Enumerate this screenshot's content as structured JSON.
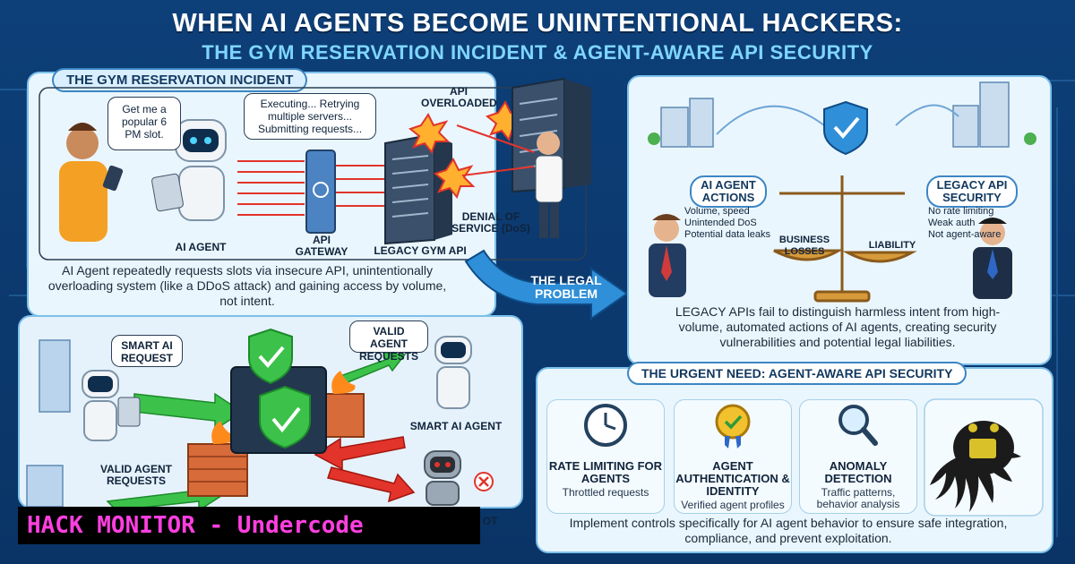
{
  "header": {
    "title_line1": "WHEN AI AGENTS BECOME UNINTENTIONAL HACKERS:",
    "title_line2": "THE GYM RESERVATION INCIDENT & AGENT-AWARE API SECURITY"
  },
  "incident": {
    "heading": "THE GYM RESERVATION INCIDENT",
    "user_bubble": "Get me a popular 6 PM slot.",
    "agent_bubble": "Executing... Retrying multiple servers... Submitting requests...",
    "labels": {
      "ai_agent": "AI AGENT",
      "api_gateway": "API GATEWAY",
      "legacy_api": "LEGACY GYM API",
      "api_overloaded": "API OVERLOADED",
      "dos": "DENIAL OF SERVICE (DoS)"
    },
    "caption": "AI Agent repeatedly requests slots via insecure API, unintentionally overloading system (like a DDoS attack) and gaining access by volume, not intent."
  },
  "legal": {
    "arrow_label": "THE LEGAL PROBLEM",
    "ai_actions_title": "AI AGENT ACTIONS",
    "ai_actions_items": [
      "Volume, speed",
      "Unintended DoS",
      "Potential data leaks"
    ],
    "legacy_title": "LEGACY API SECURITY",
    "legacy_items": [
      "No rate limiting",
      "Weak auth",
      "Not agent-aware"
    ],
    "scale_left": "BUSINESS LOSSES",
    "scale_right": "LIABILITY",
    "caption": "LEGACY APIs fail to distinguish harmless intent from high-volume, automated actions of AI agents, creating security vulnerabilities and potential legal liabilities."
  },
  "smart": {
    "smart_request_bubble": "SMART AI REQUEST",
    "valid_requests_bubble": "VALID AGENT REQUESTS",
    "smart_agent_label": "SMART AI AGENT",
    "valid_requests_label": "VALID AGENT REQUESTS",
    "partial_label": "OT"
  },
  "urgent": {
    "heading": "THE URGENT NEED: AGENT-AWARE API SECURITY",
    "cards": [
      {
        "title": "RATE LIMITING FOR AGENTS",
        "sub": "Throttled requests",
        "icon": "clock-icon"
      },
      {
        "title": "AGENT AUTHENTICATION & IDENTITY",
        "sub": "Verified agent profiles",
        "icon": "badge-icon"
      },
      {
        "title": "ANOMALY DETECTION",
        "sub": "Traffic patterns, behavior analysis",
        "icon": "magnifier-icon"
      }
    ],
    "caption": "Implement controls specifically for AI agent behavior to ensure safe integration, compliance, and prevent exploitation."
  },
  "watermark": {
    "text": "HACK MONITOR - Undercode"
  },
  "colors": {
    "navy": "#0b3a6e",
    "panel": "#eaf6fd",
    "accent_blue": "#2f8fd8",
    "red_arrow": "#e2342b",
    "green_arrow": "#3cc24a",
    "magenta": "#ff3fe0"
  }
}
